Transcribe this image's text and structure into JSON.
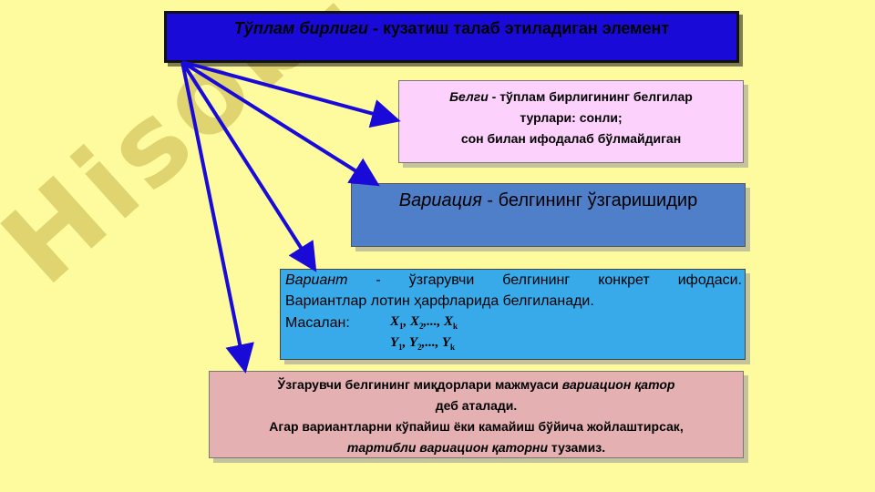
{
  "title": {
    "italic": "Тўплам бирлиги",
    "rest": " - кузатиш талаб этиладиган элемент"
  },
  "belgi": {
    "italic": "Белги",
    "line1_rest": " - тўплам бирлигининг белгилар",
    "line2": "турлари:   сонли;",
    "line3": "сон билан ифодалаб бўлмайдиган"
  },
  "variatsiya": {
    "italic": "Вариация",
    "rest": " - белгининг ўзгаришидир"
  },
  "variant": {
    "italic": "Вариант",
    "line1_rest": " - ўзгарувчи белгининг конкрет ифодаси.",
    "line2": "Вариантлар лотин ҳарфларида белгиланади.",
    "line3": "Масалан:",
    "math_x": [
      "X",
      "1",
      "X",
      "2",
      "X",
      "k"
    ],
    "math_y": [
      "Y",
      "1",
      "Y",
      "2",
      "Y",
      "k"
    ]
  },
  "qator": {
    "line1_a": "Ўзгарувчи белгининг миқдорлари мажмуаси ",
    "line1_italic": "вариацион қатор",
    "line2": "деб аталади.",
    "line3": "Агар вариантларни кўпайиш ёки камайиш бўйича жойлаштирсак,",
    "line4_italic": "тартибли вариацион қаторни",
    "line4_rest": " тузамиз."
  },
  "watermark": "Hisob.uz",
  "colors": {
    "background": "#fdfb9e",
    "title_box": "#1a0ad8",
    "belgi_box": "#fcd2fc",
    "variatsiya_box": "#4f7fc8",
    "variant_box": "#38aaea",
    "qator_box": "#e5b0b2",
    "arrow": "#1a0ad8"
  }
}
